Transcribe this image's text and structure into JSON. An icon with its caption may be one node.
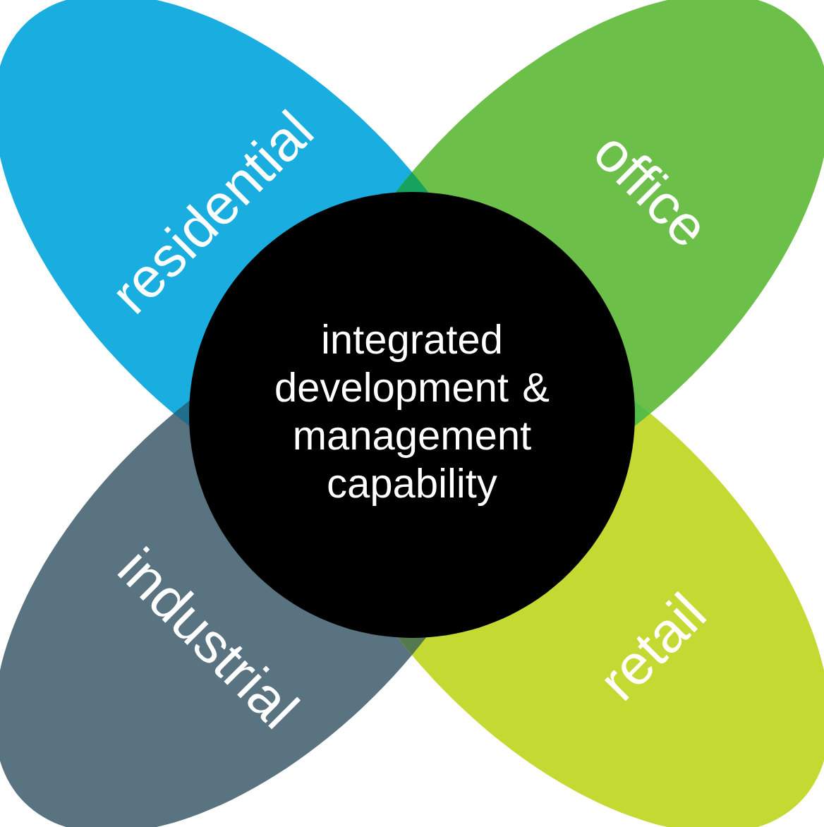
{
  "diagram": {
    "nodes": [
      {
        "text": [
          "residential"
        ]
      },
      {
        "text": [
          "office"
        ]
      },
      {
        "text": [
          "integrated development & management capability"
        ]
      },
      {
        "text": [
          "industrial"
        ]
      },
      {
        "text": [
          "retail"
        ]
      }
    ]
  }
}
